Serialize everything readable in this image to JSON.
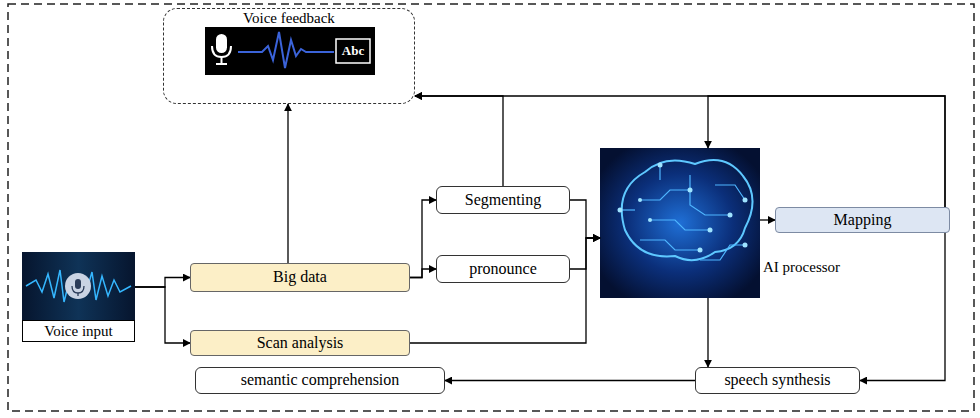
{
  "diagram": {
    "nodes": [
      {
        "text": [
          "Voice feedback"
        ]
      },
      {
        "text": [
          "Voice input"
        ]
      },
      {
        "text": [
          "Big data"
        ]
      },
      {
        "text": [
          "Scan analysis"
        ]
      },
      {
        "text": [
          "Segmenting"
        ]
      },
      {
        "text": [
          "pronounce"
        ]
      },
      {
        "text": [
          "AI processor"
        ]
      },
      {
        "text": [
          "Mapping"
        ]
      },
      {
        "text": [
          "speech synthesis"
        ]
      },
      {
        "text": [
          "semantic comprehension"
        ]
      }
    ],
    "edges": [
      {
        "from": 1,
        "to": 2,
        "arrow": "to"
      },
      {
        "from": 1,
        "to": 3,
        "arrow": "to"
      },
      {
        "from": 2,
        "to": 0,
        "arrow": "to"
      },
      {
        "from": 2,
        "to": 4,
        "arrow": "to"
      },
      {
        "from": 2,
        "to": 5,
        "arrow": "to"
      },
      {
        "from": 4,
        "to": 6,
        "arrow": "to"
      },
      {
        "from": 5,
        "to": 6,
        "arrow": "to"
      },
      {
        "from": 3,
        "to": 6,
        "arrow": "to"
      },
      {
        "from": 4,
        "to": 0,
        "arrow": "to"
      },
      {
        "from": 7,
        "to": 0,
        "arrow": "to"
      },
      {
        "from": 7,
        "to": 6,
        "arrow": "to"
      },
      {
        "from": 6,
        "to": 7,
        "arrow": "to"
      },
      {
        "from": 6,
        "to": 8,
        "arrow": "to"
      },
      {
        "from": 7,
        "to": 8,
        "arrow": "to"
      },
      {
        "from": 8,
        "to": 9,
        "arrow": "to"
      }
    ],
    "labels": [
      "Abc"
    ]
  }
}
